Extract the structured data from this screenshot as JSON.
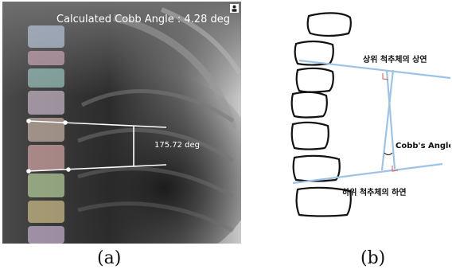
{
  "panel_a": {
    "header_text": "Calculated Cobb Angle : 4.28 deg",
    "measurement_text": "175.72 deg",
    "caption": "(a)"
  },
  "panel_b": {
    "label_upper": "상위 척추체의 상연",
    "label_angle": "Cobb's Angle",
    "label_lower": "하위 척추체의 하연",
    "caption": "(b)"
  },
  "colors": {
    "measure_lines": "#ffffff",
    "diagram_lines": "#9cc3e8",
    "perpendicular_marks": "#e66b6b",
    "vertebra_outline": "#111111"
  },
  "vertebra_tints": [
    "#b8c4d8",
    "#c9a6b6",
    "#9cc4c0",
    "#c8b8c8",
    "#c9b4a8",
    "#d6a6a6",
    "#b8d09c",
    "#d2c08a",
    "#c8b2d2"
  ]
}
